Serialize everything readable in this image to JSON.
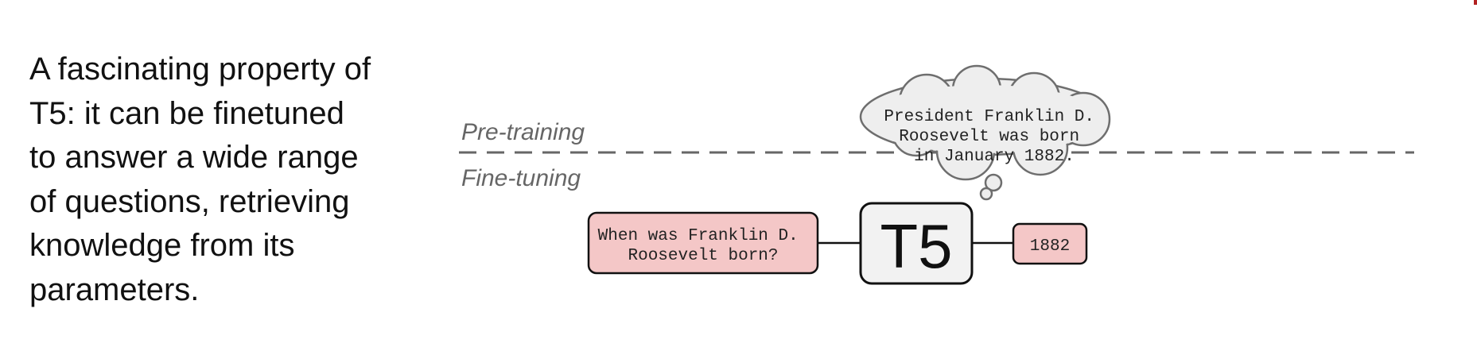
{
  "slide": {
    "paragraph": "A fascinating property of T5: it can be finetuned to answer a wide range of questions, retrieving knowledge from its parameters."
  },
  "diagram": {
    "pretraining_label": "Pre-training",
    "finetuning_label": "Fine-tuning",
    "thought_lines": [
      "President Franklin D.",
      "Roosevelt was born",
      "in January 1882."
    ],
    "question_lines": [
      "When was Franklin D.",
      "Roosevelt born?"
    ],
    "model_label": "T5",
    "answer_label": "1882",
    "colors": {
      "question_fill": "#f4c7c7",
      "answer_fill": "#f4c7c7",
      "model_fill": "#f2f2f2",
      "cloud_fill": "#eeeeee",
      "accent": "#b22222"
    }
  }
}
